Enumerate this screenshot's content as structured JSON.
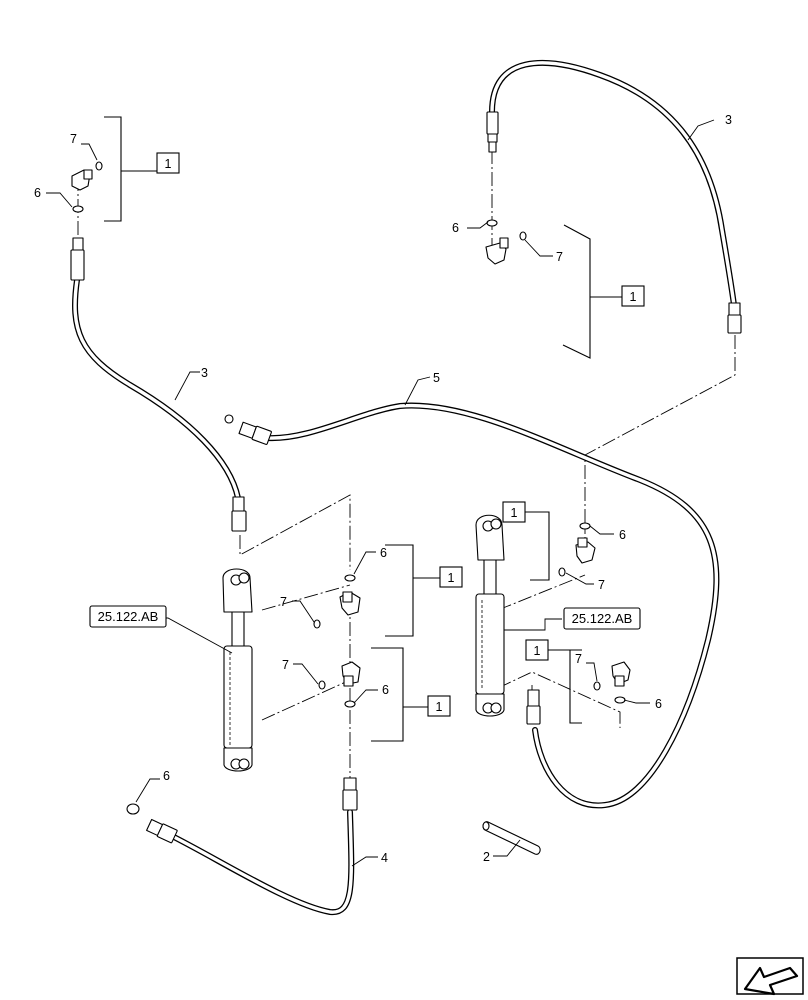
{
  "callouts": {
    "hose_upper_right": "3",
    "hose_upper_left": "3",
    "hose_middle": "5",
    "hose_lower_left": "4",
    "pin": "2",
    "oring_top_left": "6",
    "seal_top_left": "7",
    "oring_top_center": "6",
    "seal_top_center": "7",
    "oring_cyl_left_upper": "6",
    "seal_cyl_left_upper": "7",
    "seal_cyl_left_lower": "7",
    "oring_cyl_left_lower": "6",
    "oring_cyl_right_upper": "6",
    "seal_cyl_right_upper": "7",
    "seal_cyl_right_lower": "7",
    "oring_cyl_right_lower": "6",
    "oring_bottom_left": "6"
  },
  "kit_boxes": {
    "top_left": "1",
    "top_center": "1",
    "cyl_left_upper": "1",
    "cyl_left_lower": "1",
    "cyl_right_upper": "1",
    "cyl_right_lower": "1"
  },
  "references": {
    "cylinder_left": "25.122.AB",
    "cylinder_right": "25.122.AB"
  },
  "icons": {
    "navigation": "arrow-nav-icon"
  }
}
